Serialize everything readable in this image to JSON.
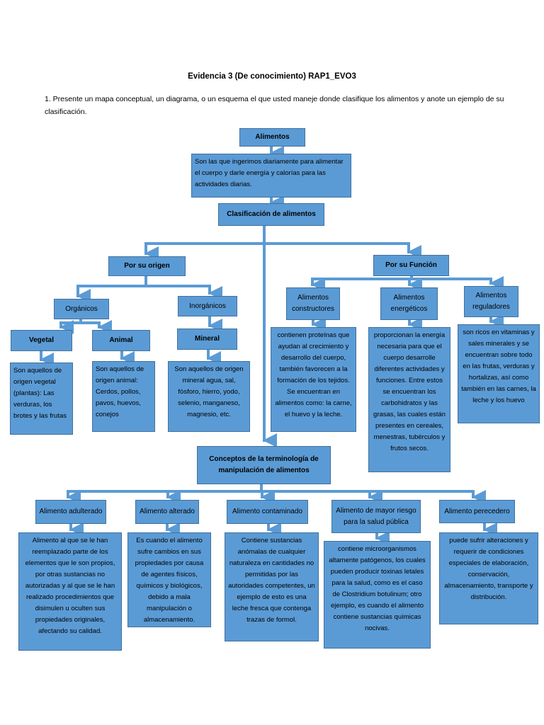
{
  "document": {
    "title": "Evidencia 3 (De conocimiento) RAP1_EVO3",
    "question": "1. Presente un mapa conceptual, un diagrama, o un esquema el que usted maneje donde clasifique los alimentos y anote un ejemplo de su clasificación."
  },
  "map": {
    "alimentos": "Alimentos",
    "alimentos_def": "Son las que ingerimos diariamente para alimentar el cuerpo y darle energía y calorías para las actividades diarias.",
    "clasificacion": "Clasificación de alimentos",
    "por_origen": "Por su origen",
    "organicos": "Orgánicos",
    "inorganicos": "Inorgánicos",
    "vegetal": "Vegetal",
    "vegetal_def": "Son aquellos de origen vegetal (plantas): Las verduras, los brotes y las frutas",
    "animal": "Animal",
    "animal_def": "Son aquellos de origen animal: Cerdos, pollos, pavos, huevos, conejos",
    "mineral": "Mineral",
    "mineral_def": "Son aquellos de origen mineral agua, sal, fósforo, hierro, yodo, selenio, manganeso, magnesio, etc.",
    "por_funcion": "Por su Función",
    "constructores": "Alimentos constructores",
    "constructores_def": "contienen proteínas que ayudan al crecimiento y desarrollo del cuerpo, también favorecen a la formación de los tejidos. Se encuentran en alimentos como: la carne, el huevo y la leche.",
    "energeticos": "Alimentos energéticos",
    "energeticos_def": "proporcionan la energía necesaria para que el cuerpo desarrolle diferentes actividades y funciones. Entre estos se encuentran los carbohidratos y las grasas, las cuales están presentes en cereales, menestras, tubérculos y frutos secos.",
    "reguladores": "Alimentos reguladores",
    "reguladores_def": "son ricos en vitaminas y sales minerales y se encuentran sobre todo en las frutas, verduras y hortalizas, así como también en las carnes, la leche y los huevo",
    "conceptos": "Conceptos de la terminología de manipulación de alimentos",
    "adulterado": "Alimento adulterado",
    "adulterado_def": "Alimento al que se le han reemplazado parte de los elementos que le son propios, por otras sustancias no autorizadas y al que se le han realizado procedimientos que disimulen u oculten sus propiedades originales, afectando su calidad.",
    "alterado": "Alimento alterado",
    "alterado_def": "Es cuando el alimento sufre cambios en sus propiedades por causa de agentes físicos, químicos y biológicos, debido a mala manipulación o almacenamiento.",
    "contaminado": "Alimento contaminado",
    "contaminado_def": "Contiene sustancias anómalas de cualquier naturaleza en cantidades no permitidas por las autoridades competentes, un ejemplo de esto es una leche fresca que contenga trazas de formol.",
    "mayor_riesgo": "Alimento de mayor riesgo para la salud pública",
    "mayor_riesgo_def": "contiene microorganismos altamente patógenos, los cuales pueden producir toxinas letales para la salud, como es el caso de Clostridium botulinum; otro ejemplo, es cuando el alimento contiene sustancias químicas nocivas.",
    "perecedero": "Alimento perecedero",
    "perecedero_def": "puede sufrir alteraciones y requerir de condiciones especiales de elaboración, conservación, almacenamiento, transporte y distribución."
  },
  "colors": {
    "box_fill": "#5b9bd5",
    "box_border": "#41719c",
    "connector": "#5b9bd5"
  }
}
